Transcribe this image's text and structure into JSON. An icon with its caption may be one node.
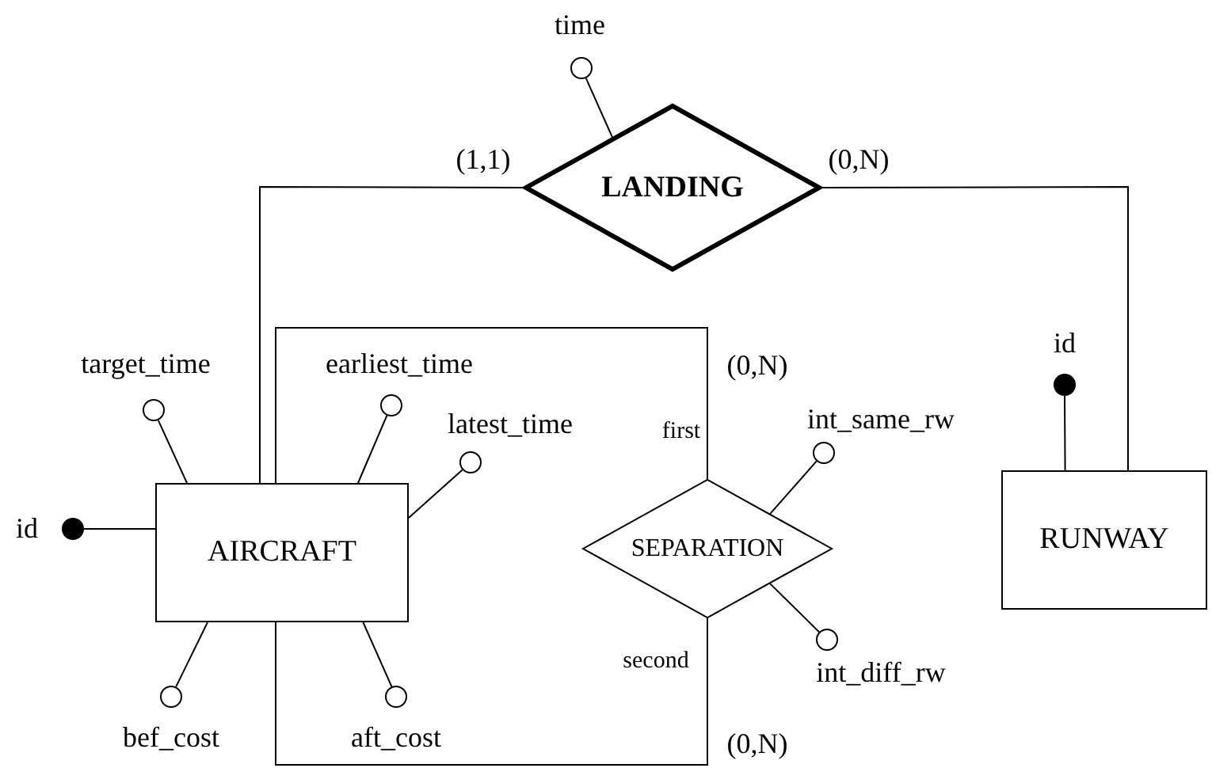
{
  "diagram": {
    "nodes": [
      {
        "text": [],
        "shape": "circle",
        "beside": [
          "time"
        ]
      },
      {
        "text": [
          "LANDING"
        ]
      },
      {
        "text": [],
        "shape": "circle",
        "beside": [
          "target_time"
        ]
      },
      {
        "text": [],
        "shape": "circle",
        "beside": [
          "earliest_time"
        ]
      },
      {
        "text": [],
        "shape": "circle",
        "beside": [
          "latest_time"
        ]
      },
      {
        "text": [],
        "shape": "dot",
        "beside": [
          "id"
        ]
      },
      {
        "text": [
          "AIRCRAFT"
        ]
      },
      {
        "text": [],
        "shape": "circle",
        "beside": [
          "bef_cost"
        ]
      },
      {
        "text": [],
        "shape": "circle",
        "beside": [
          "aft_cost"
        ]
      },
      {
        "text": [],
        "shape": "circle",
        "beside": [
          "int_same_rw"
        ]
      },
      {
        "text": [
          "SEPARATION"
        ]
      },
      {
        "text": [],
        "shape": "circle",
        "beside": [
          "int_diff_rw"
        ]
      },
      {
        "text": [],
        "shape": "dot",
        "beside": [
          "id"
        ]
      },
      {
        "text": [
          "RUNWAY"
        ]
      }
    ],
    "edges": [
      {
        "from": 1,
        "to": 6,
        "arrow": "none",
        "label": "(1,1)"
      },
      {
        "from": 1,
        "to": 13,
        "arrow": "none",
        "label": "(0,N)"
      },
      {
        "from": 10,
        "to": 6,
        "arrow": "none",
        "label": "(0,N)"
      },
      {
        "from": 10,
        "to": 6,
        "arrow": "none",
        "label": "(0,N)"
      },
      {
        "from": 0,
        "to": 1,
        "arrow": "none"
      },
      {
        "from": 2,
        "to": 6,
        "arrow": "none"
      },
      {
        "from": 3,
        "to": 6,
        "arrow": "none"
      },
      {
        "from": 4,
        "to": 6,
        "arrow": "none"
      },
      {
        "from": 5,
        "to": 6,
        "arrow": "none"
      },
      {
        "from": 7,
        "to": 6,
        "arrow": "none"
      },
      {
        "from": 8,
        "to": 6,
        "arrow": "none"
      },
      {
        "from": 9,
        "to": 10,
        "arrow": "none"
      },
      {
        "from": 11,
        "to": 10,
        "arrow": "none"
      },
      {
        "from": 12,
        "to": 13,
        "arrow": "none"
      }
    ],
    "labels": [
      "first",
      "second"
    ]
  }
}
